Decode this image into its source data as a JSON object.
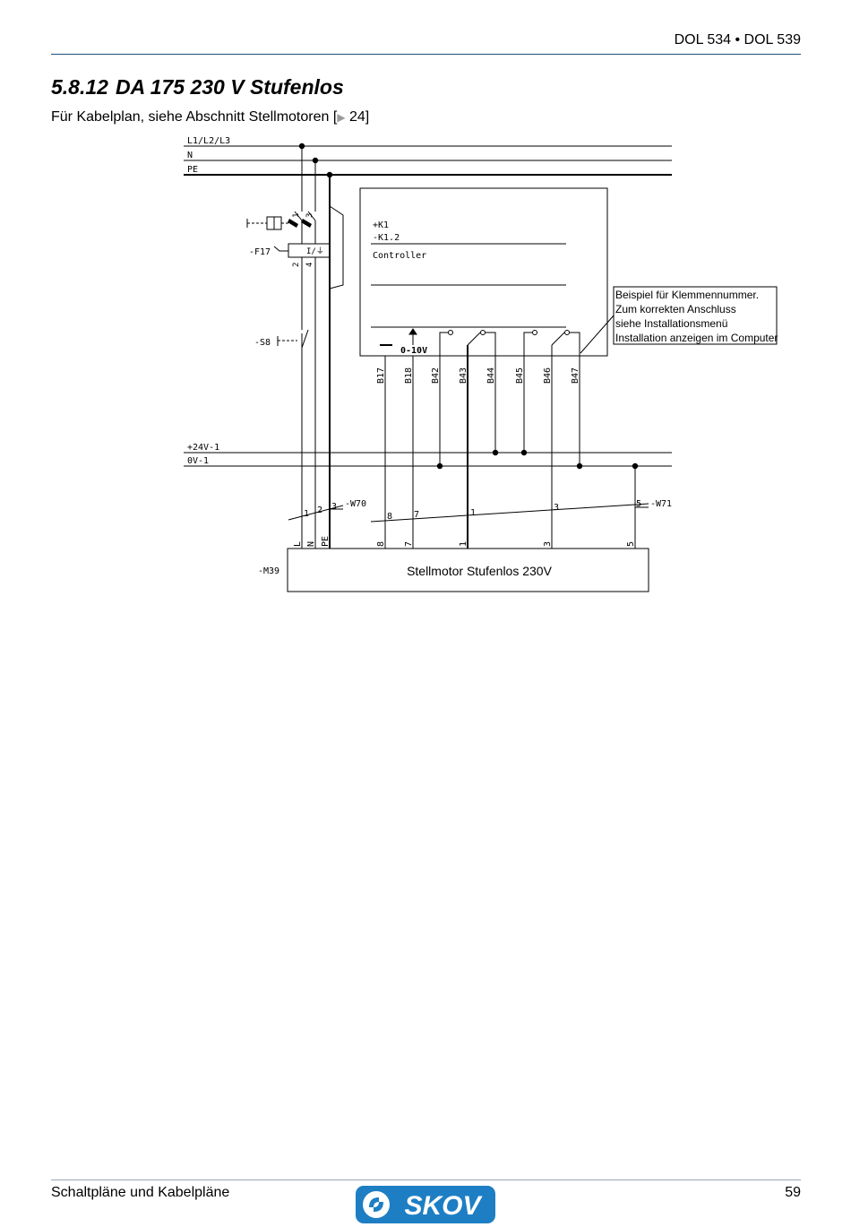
{
  "header": {
    "title": "DOL 534 • DOL 539"
  },
  "section": {
    "number": "5.8.12",
    "title": "DA 175 230 V Stufenlos",
    "intro_prefix": "Für Kabelplan, siehe Abschnitt ",
    "intro_link": "Stellmotoren",
    "intro_bracket_open": "[",
    "intro_page": "24]"
  },
  "diagram": {
    "bus_labels": [
      "L1/L2/L3",
      "N",
      "PE"
    ],
    "controller_labels": [
      "+K1",
      "-K1.2",
      "Controller"
    ],
    "analog_label": "0-10V",
    "terminals": [
      "B17",
      "B18",
      "B42",
      "B43",
      "B44",
      "B45",
      "B46",
      "B47"
    ],
    "note_lines": [
      "Beispiel für Klemmennummer.",
      "Zum korrekten Anschluss",
      "siehe Installationsmenü",
      "Installation anzeigen im Computer"
    ],
    "fuse_label": "-F17",
    "switch_label": "-S8",
    "fuse_terminals_top": [
      "1",
      "3"
    ],
    "fuse_terminals_bottom": [
      "2",
      "4"
    ],
    "fuse_symbol": "I/⏚",
    "low_voltage_labels": [
      "+24V-1",
      "0V-1"
    ],
    "cable_w70": "-W70",
    "cable_w71": "-W71",
    "w70_cores": [
      "1",
      "2",
      "3"
    ],
    "w71_cores": [
      "8",
      "7",
      "1",
      "3",
      "5"
    ],
    "motor_terminals": [
      "L",
      "N",
      "PE",
      "8",
      "7",
      "1",
      "3",
      "5"
    ],
    "motor_tag": "-M39",
    "motor_label": "Stellmotor Stufenlos 230V"
  },
  "footer": {
    "left": "Schaltpläne und Kabelpläne",
    "page": "59",
    "logo_text": "SKOV"
  },
  "colors": {
    "rule": "#1f4e79",
    "logo": "#1d7ec4"
  }
}
